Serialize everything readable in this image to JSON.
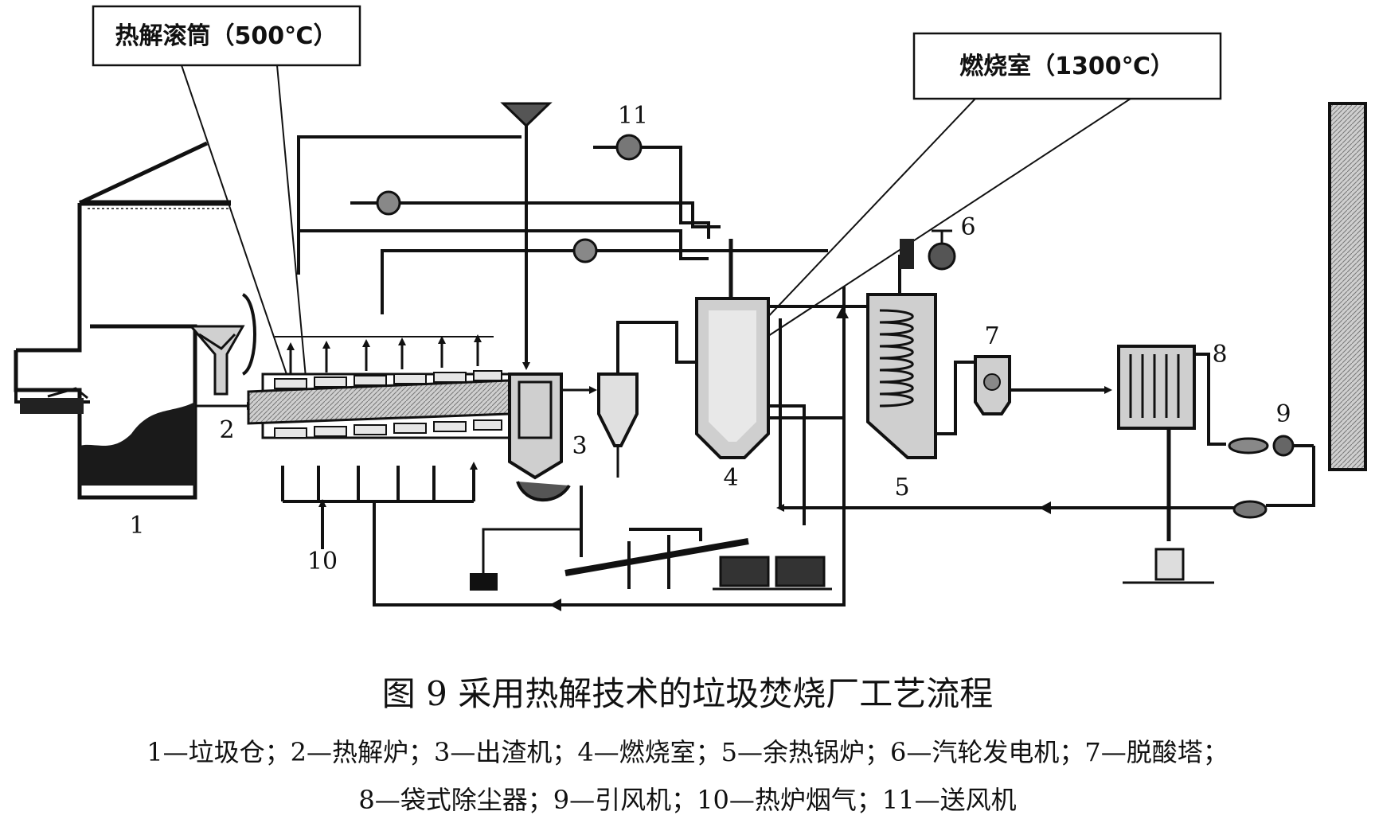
{
  "callouts": {
    "drum": "热解滚筒（500℃）",
    "combustion": "燃烧室（1300℃）"
  },
  "component_numbers": [
    "1",
    "2",
    "3",
    "4",
    "5",
    "6",
    "7",
    "8",
    "9",
    "10",
    "11"
  ],
  "caption": "图 9  采用热解技术的垃圾焚烧厂工艺流程",
  "legend": {
    "line1": "1—垃圾仓；2—热解炉；3—出渣机；4—燃烧室；5—余热锅炉；6—汽轮发电机；7—脱酸塔；",
    "line2": "8—袋式除尘器；9—引风机；10—热炉烟气；11—送风机"
  },
  "colors": {
    "ink": "#111111",
    "shade": "#9a9a9a",
    "light": "#d6d6d6"
  }
}
